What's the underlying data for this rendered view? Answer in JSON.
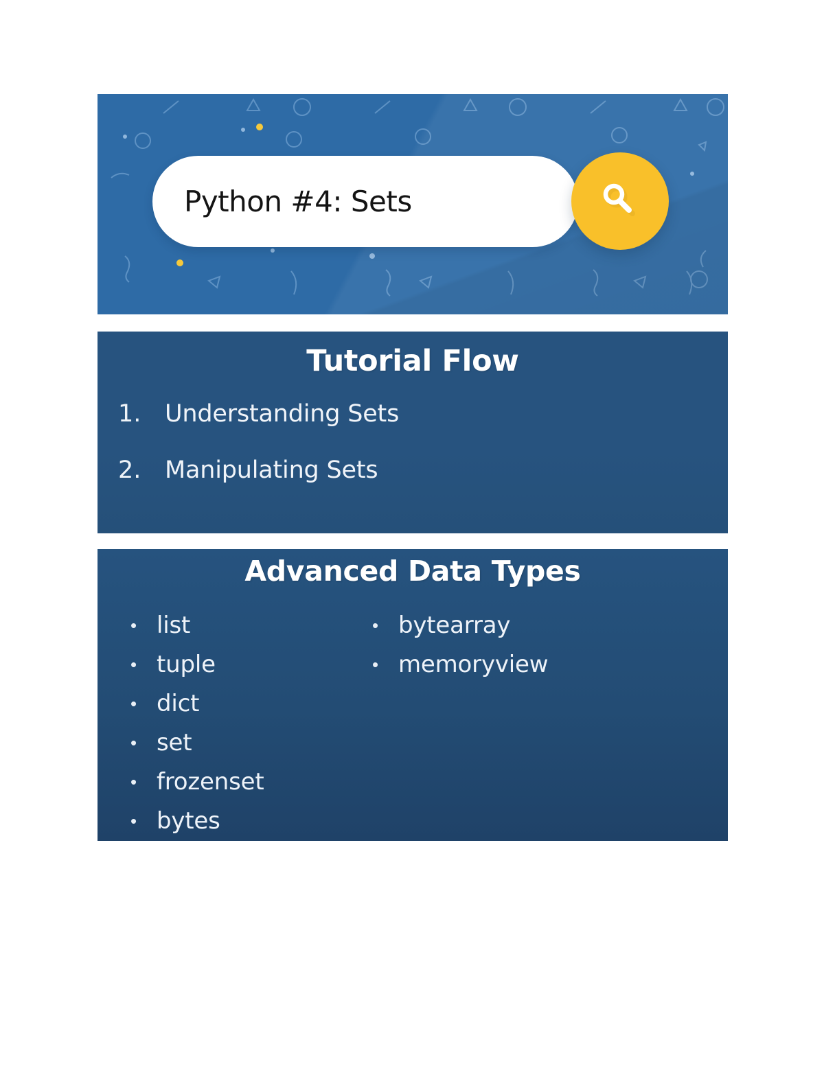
{
  "hero": {
    "search_value": "Python #4: Sets",
    "search_icon": "magnifier-icon",
    "accent_color": "#f9c02a",
    "background_color": "#2e6ba6"
  },
  "panels": [
    {
      "title": "Tutorial Flow",
      "background_color": "#27537f",
      "items": [
        {
          "number": "1.",
          "label": "Understanding Sets"
        },
        {
          "number": "2.",
          "label": "Manipulating Sets"
        }
      ]
    },
    {
      "title": "Advanced Data Types",
      "background_color": "#235077",
      "bullet": "•",
      "columns": [
        {
          "items": [
            "list",
            "tuple",
            "dict",
            "set",
            "frozenset",
            "bytes"
          ]
        },
        {
          "items": [
            "bytearray",
            "memoryview"
          ]
        }
      ]
    }
  ]
}
